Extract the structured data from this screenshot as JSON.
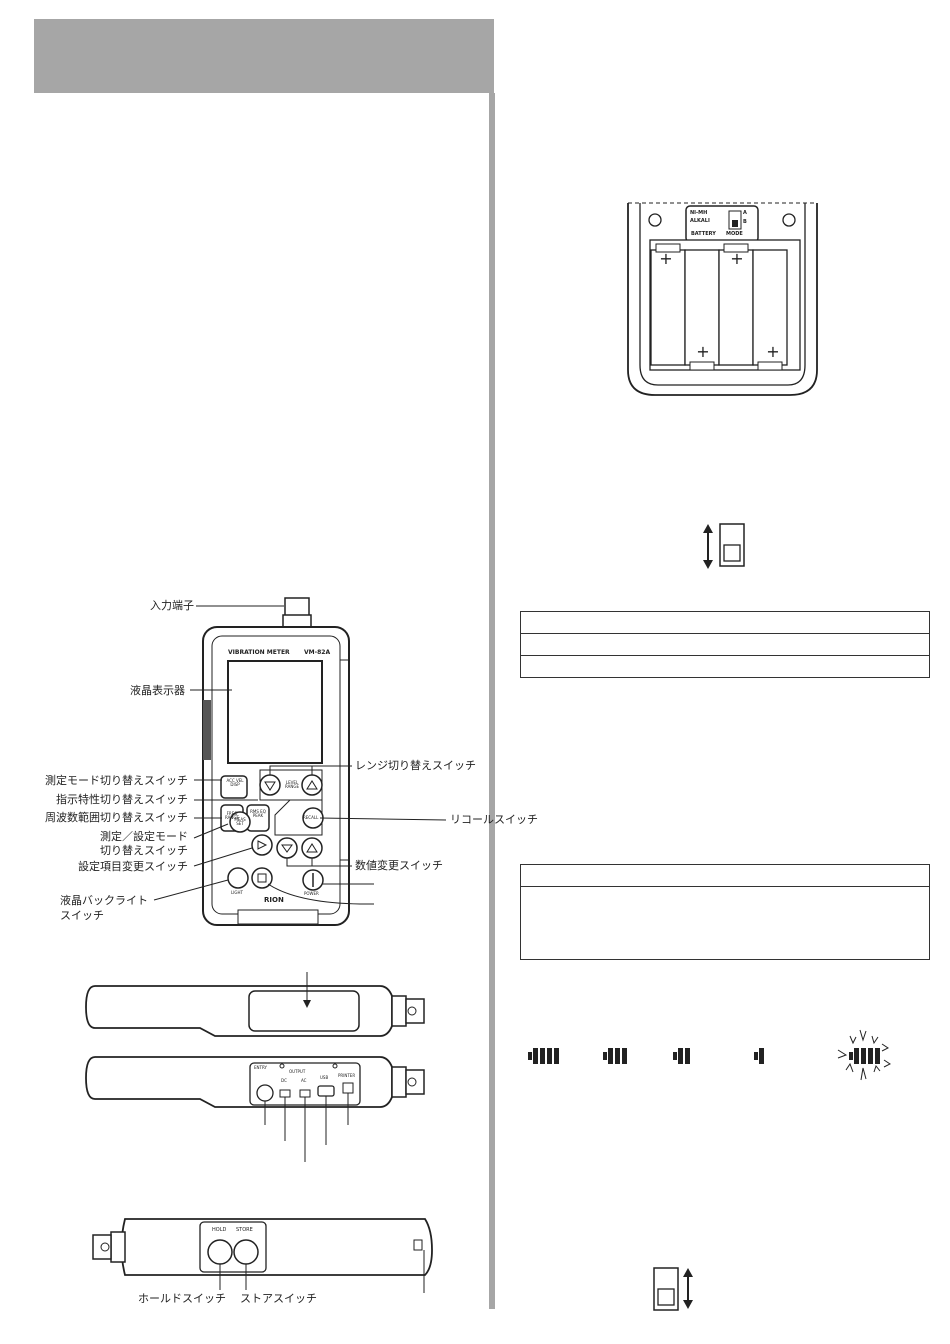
{
  "meter": {
    "model_brand": "VIBRATION METER",
    "model_number": "VM-82A",
    "maker": "RION",
    "keys": {
      "acc": "ACC VEL DISP",
      "freq": "FREQ RANGE",
      "rms": "RMS EQ PEAK",
      "meas_set": "MEAS SET",
      "level_range": "LEVEL RANGE",
      "recall": "RECALL",
      "power": "POWER",
      "light": "LIGHT"
    }
  },
  "labels": {
    "input_terminal": "入力端子",
    "lcd": "液晶表示器",
    "range_switch": "レンジ切り替えスイッチ",
    "mode_switch": "測定モード切り替えスイッチ",
    "indicator_switch": "指示特性切り替えスイッチ",
    "freq_switch": "周波数範囲切り替えスイッチ",
    "recall_switch": "リコールスイッチ",
    "meas_set_switch_1": "測定／設定モード",
    "meas_set_switch_2": "切り替えスイッチ",
    "item_change_switch": "設定項目変更スイッチ",
    "value_change_switch": "数値変更スイッチ",
    "backlight_switch_1": "液晶バックライト",
    "backlight_switch_2": "スイッチ",
    "hold_switch": "ホールドスイッチ",
    "store_switch": "ストアスイッチ"
  },
  "side_panel": {
    "entry_label": "ENTRY",
    "output_label": "OUTPUT",
    "dc_label": "DC",
    "ac_label": "AC",
    "usb_label": "USB",
    "printer_label": "PRINTER"
  },
  "bottom_view": {
    "hold_key": "HOLD",
    "store_key": "STORE"
  },
  "battery": {
    "header_1": "NI-MH",
    "header_2": "ALKALI",
    "header_3": "BATTERY",
    "header_4": "MODE",
    "switch_a": "A",
    "switch_b": "B"
  },
  "table1": {
    "rows": [
      "",
      "",
      ""
    ]
  },
  "table2": {
    "rows": [
      "",
      ""
    ]
  }
}
